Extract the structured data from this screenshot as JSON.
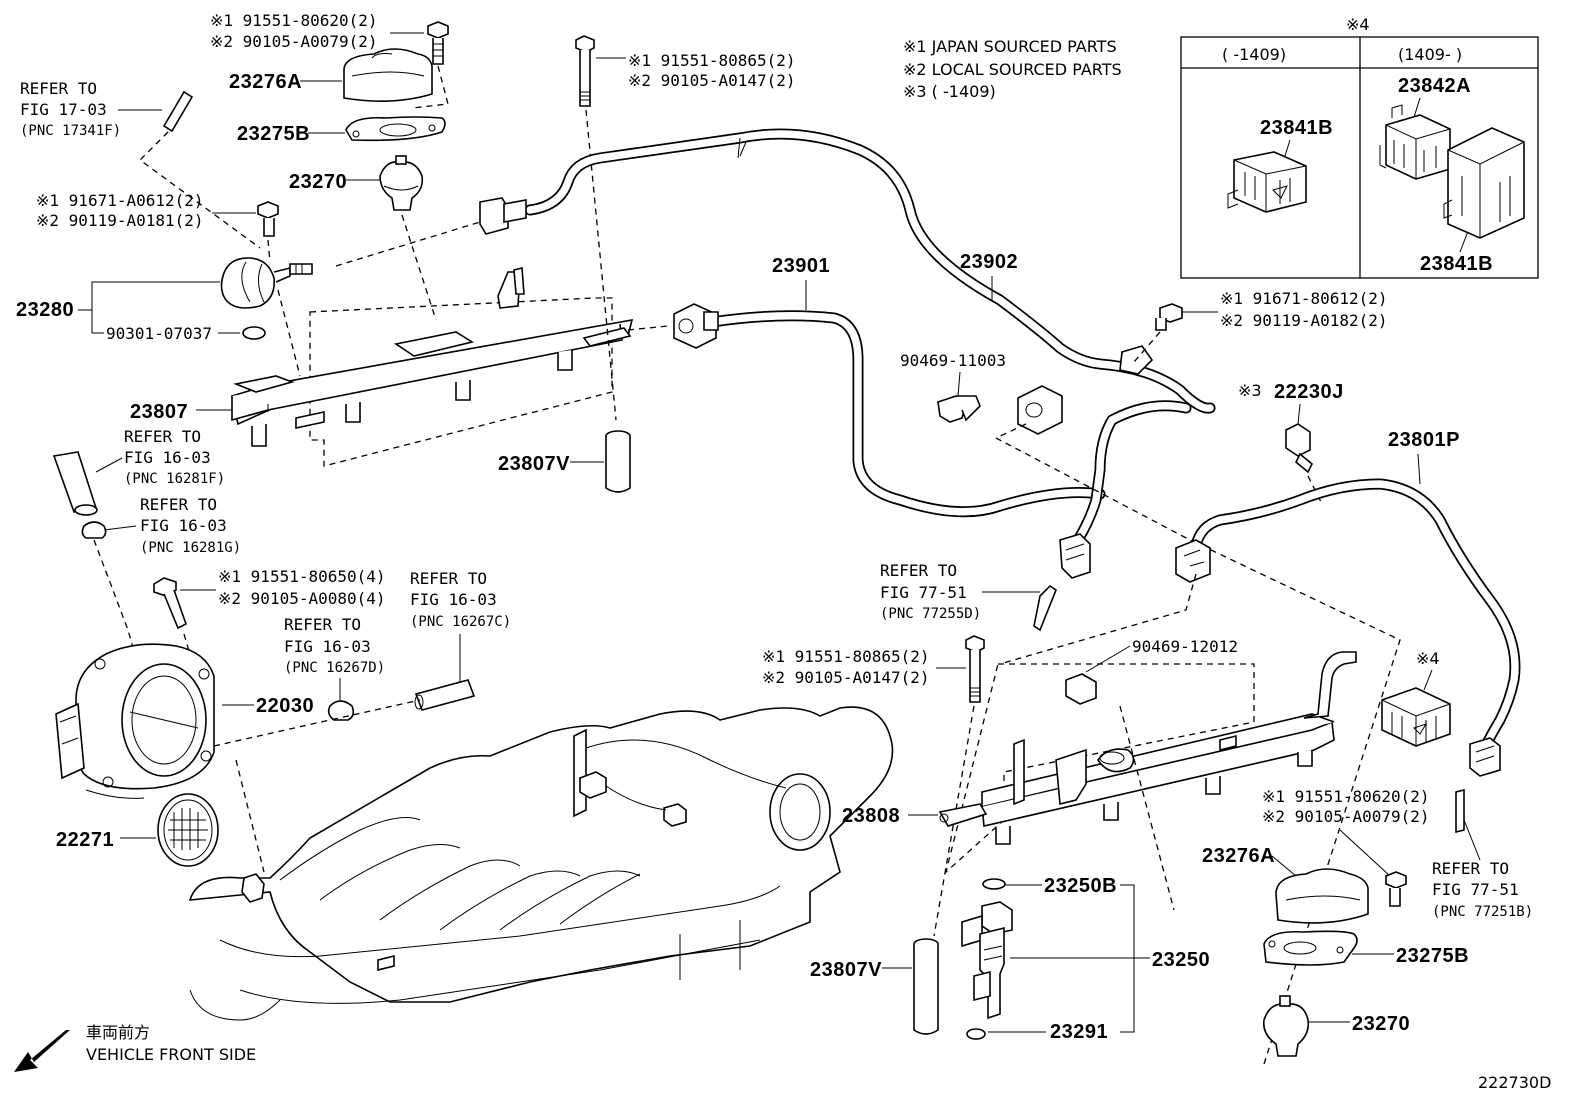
{
  "legend": {
    "note1": "※1 JAPAN SOURCED PARTS",
    "note2": "※2 LOCAL SOURCED PARTS",
    "note3": "※3 (        -1409)"
  },
  "variant_box": {
    "marker": "※4",
    "col_left_header": "(       -1409)",
    "col_right_header": "(1409-       )",
    "left_part": "23841B",
    "right_part_top": "23842A",
    "right_part_bottom": "23841B"
  },
  "refs": {
    "r1703": [
      "REFER TO",
      "FIG 17-03",
      "(PNC 17341F)"
    ],
    "r1603f": [
      "REFER TO",
      "FIG 16-03",
      "(PNC 16281F)"
    ],
    "r1603g": [
      "REFER TO",
      "FIG 16-03",
      "(PNC 16281G)"
    ],
    "r1603d": [
      "REFER TO",
      "FIG 16-03",
      "(PNC 16267D)"
    ],
    "r1603c": [
      "REFER TO",
      "FIG 16-03",
      "(PNC 16267C)"
    ],
    "r7751d": [
      "REFER TO",
      "FIG 77-51",
      "(PNC 77255D)"
    ],
    "r7751b": [
      "REFER TO",
      "FIG 77-51",
      "(PNC 77251B)"
    ]
  },
  "bolts": {
    "b_top": [
      "※1 91551-80620(2)",
      "※2 90105-A0079(2)"
    ],
    "b_rail": [
      "※1 91551-80865(2)",
      "※2 90105-A0147(2)"
    ],
    "b_damper": [
      "※1 91671-A0612(2)",
      "※2 90119-A0181(2)"
    ],
    "b_tb": [
      "※1 91551-80650(4)",
      "※2 90105-A0080(4)"
    ],
    "b_right": [
      "※1 91671-80612(2)",
      "※2 90119-A0182(2)"
    ],
    "b_rail2": [
      "※1 91551-80865(2)",
      "※2 90105-A0147(2)"
    ],
    "b_reg2": [
      "※1 91551-80620(2)",
      "※2 90105-A0079(2)"
    ]
  },
  "parts": {
    "p23276A": "23276A",
    "p23275B": "23275B",
    "p23270": "23270",
    "p23280": "23280",
    "p90301": "90301-07037",
    "p23807": "23807",
    "p23807V": "23807V",
    "p23901": "23901",
    "p23902": "23902",
    "p90469a": "90469-11003",
    "p22230J": "22230J",
    "p22230J_mark": "※3",
    "p23801P": "23801P",
    "p22030": "22030",
    "p22271": "22271",
    "p90469b": "90469-12012",
    "p4mark": "※4",
    "p23808": "23808",
    "p23250B": "23250B",
    "p23250": "23250",
    "p23807V2": "23807V",
    "p23291": "23291",
    "p23276A2": "23276A",
    "p23275B2": "23275B",
    "p232702": "23270"
  },
  "footer": {
    "front_jp": "車両前方",
    "front_en": "VEHICLE FRONT SIDE",
    "code": "222730D"
  }
}
